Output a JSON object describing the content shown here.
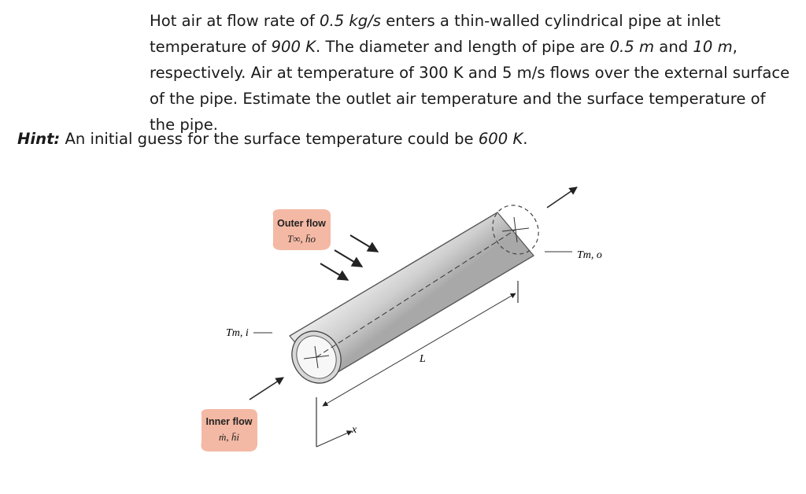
{
  "problem": {
    "t1": "Hot air at flow rate of ",
    "flow_rate": "0.5 kg/s",
    "t2": " enters a thin-walled cylindrical pipe at inlet temperature of ",
    "inlet_temp": "900 K",
    "t3": ". The diameter and length of pipe are ",
    "diameter": "0.5 m",
    "t4": " and ",
    "length": "10 m",
    "t5": ", respectively. Air at temperature of 300 K and 5 m/s flows over the external surface of the pipe. Estimate the outlet air temperature and the surface temperature of the pipe."
  },
  "hint": {
    "label": "Hint:",
    "text": " An initial guess for the surface temperature could be ",
    "value": "600 K",
    "end": "."
  },
  "figure": {
    "outer_flow": "Outer flow",
    "outer_vars": "T∞, h̄o",
    "inner_flow": "Inner flow",
    "inner_vars": "ṁ, h̄i",
    "t_inlet": "Tm, i",
    "t_outlet": "Tm, o",
    "length": "L",
    "axis": "x"
  },
  "colors": {
    "pipe": "#cfcfcf",
    "pipe_dark": "#9a9a9a",
    "label_box": "#f4b9a4"
  }
}
